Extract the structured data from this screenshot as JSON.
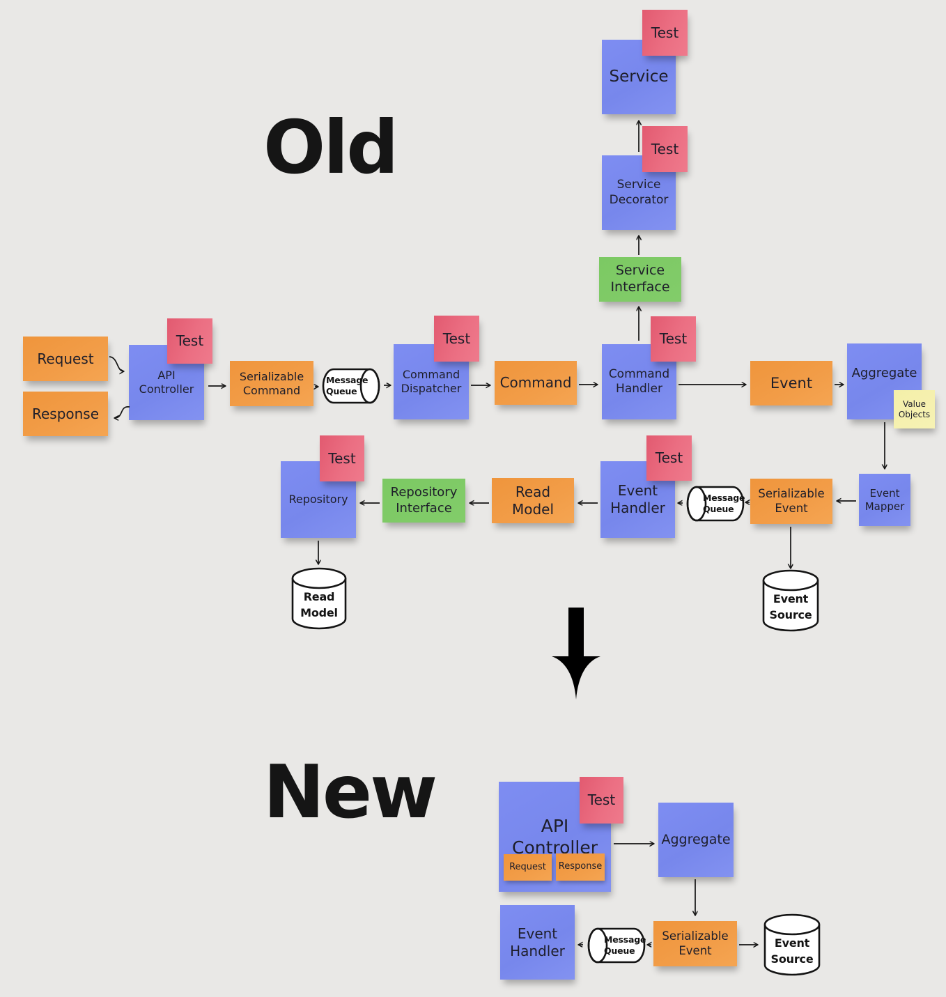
{
  "titles": {
    "old": "Old",
    "new": "New"
  },
  "colors": {
    "background": "#e9e8e6",
    "note_blue": "#7b8aee",
    "note_orange": "#f19a44",
    "note_pink": "#e96b80",
    "note_green": "#80ca68",
    "note_yellow": "#f5f0ae",
    "ink": "#141414"
  },
  "old": {
    "test": "Test",
    "service": "Service",
    "service_decorator": "Service Decorator",
    "service_interface": "Service Interface",
    "request": "Request",
    "response": "Response",
    "api_controller": "API Controller",
    "serializable_command": "Serializable Command",
    "message_queue": "Message Queue",
    "command_dispatcher": "Command Dispatcher",
    "command": "Command",
    "command_handler": "Command Handler",
    "event": "Event",
    "aggregate": "Aggregate",
    "value_objects": "Value Objects",
    "repository": "Repository",
    "repository_interface": "Repository Interface",
    "read_model": "Read Model",
    "event_handler": "Event Handler",
    "serializable_event": "Serializable Event",
    "event_mapper": "Event Mapper",
    "read_model_store": "Read Model",
    "event_source_store": "Event Source"
  },
  "new": {
    "test": "Test",
    "api_controller": "API Controller",
    "request": "Request",
    "response": "Response",
    "aggregate": "Aggregate",
    "event_handler": "Event Handler",
    "message_queue": "Message Queue",
    "serializable_event": "Serializable Event",
    "event_source_store": "Event Source"
  }
}
